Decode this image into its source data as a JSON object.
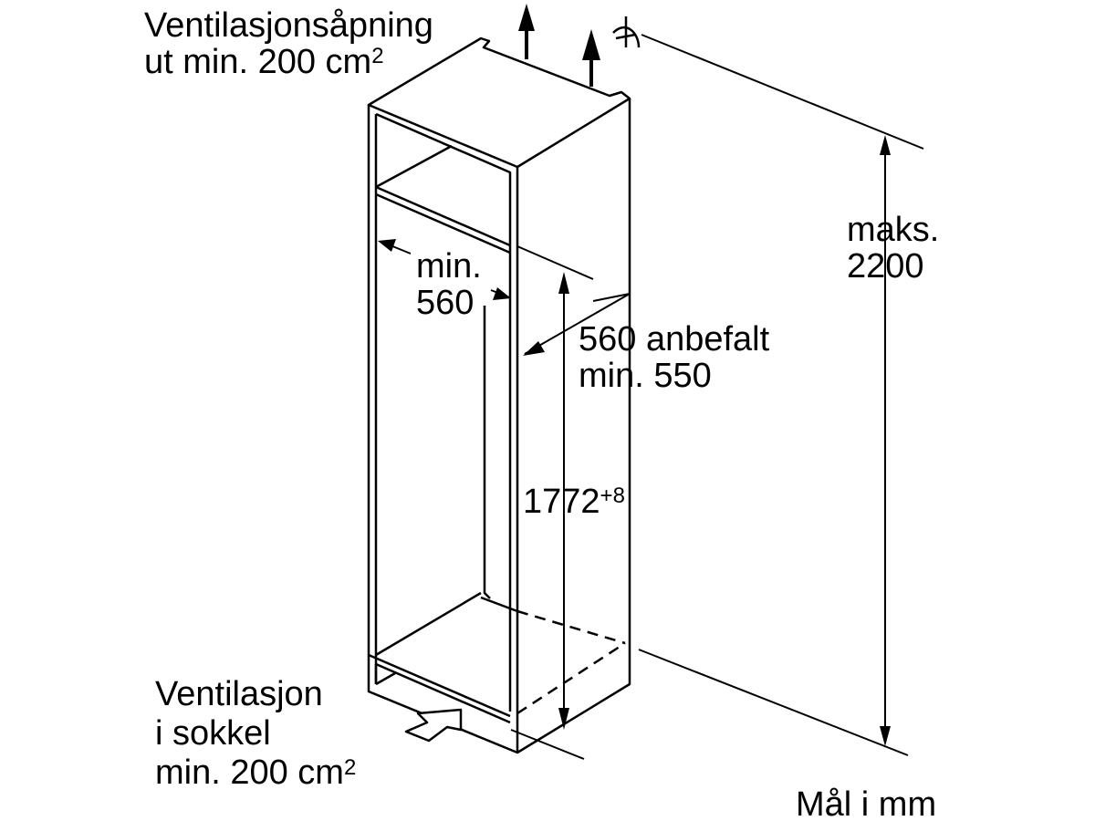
{
  "labels": {
    "vent_top_line1": "Ventilasjonsåpning",
    "vent_top_line2": "ut min. 200 cm",
    "vent_top_sup": "2",
    "min_width_line1": "min.",
    "min_width_line2": "560",
    "depth_line1": "560 anbefalt",
    "depth_line2": "min. 550",
    "height_value": "1772",
    "height_sup": "+8",
    "max_height_line1": "maks.",
    "max_height_line2": "2200",
    "vent_bottom_line1": "Ventilasjon",
    "vent_bottom_line2": "i sokkel",
    "vent_bottom_line3": "min. 200 cm",
    "vent_bottom_sup": "2",
    "units": "Mål i mm"
  }
}
